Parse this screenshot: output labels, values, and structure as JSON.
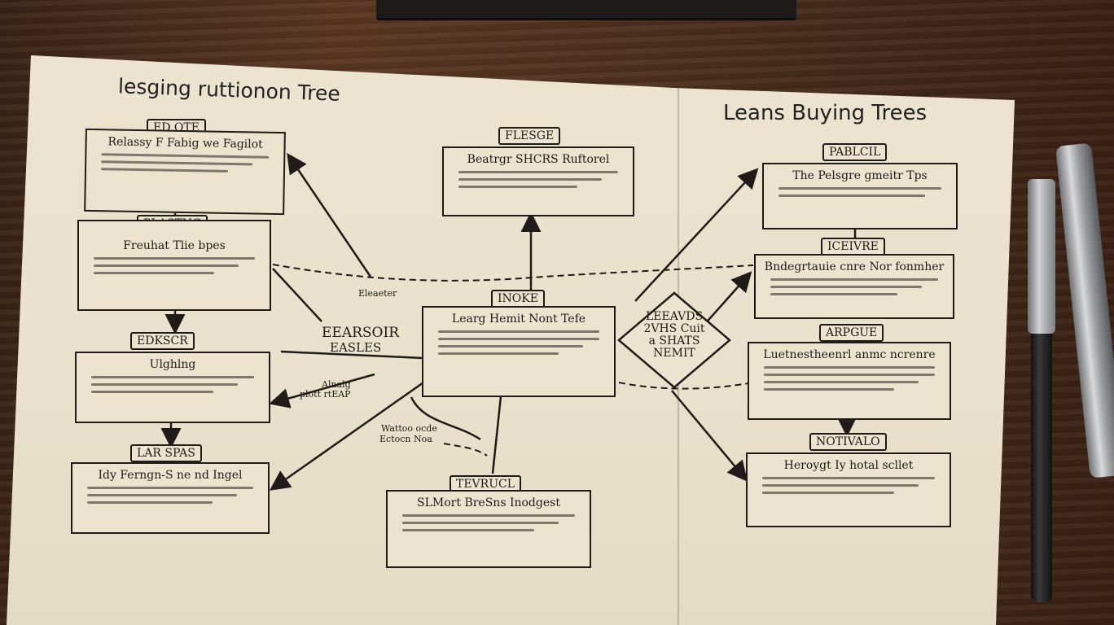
{
  "diagram": {
    "title_left": "lesging ruttionon Tree",
    "title_right": "Leans Buying Trees",
    "left_column": [
      {
        "tag": "ED OTE",
        "box_title": "Relassy F Fabig we Fagilot"
      },
      {
        "tag": "PLASTNG",
        "box_title": "Freuhat Tlie bpes"
      },
      {
        "tag": "EDKSCR",
        "box_title": "Ulghlng"
      },
      {
        "tag": "LAR SPAS",
        "box_title": "Idy Ferngn-S ne nd Ingel"
      }
    ],
    "top_center": {
      "tag": "FLESGE",
      "box_title": "Beatrgr SHCRS Ruftorel"
    },
    "center": {
      "tag": "INOKE",
      "box_title": "Learg Hemit Nont Tefe"
    },
    "bottom_center": {
      "tag": "TEVRUCL",
      "box_title": "SLMort BreSns Inodgest"
    },
    "right_column": [
      {
        "tag": "PABLCIL",
        "box_title": "The Pelsgre gmeitr Tps"
      },
      {
        "tag": "ICEIVRE",
        "box_title": "Bndegrtauie cnre Nor fonmher"
      },
      {
        "tag": "ARPGUE",
        "box_title": "Luetnestheenrl anmc ncrenre"
      },
      {
        "tag": "NOTIVALO",
        "box_title": "Heroygt Iy hotal scllet"
      }
    ],
    "diamond_lines": [
      "LEEAVDS",
      "2VHS Cuit",
      "a SHATS",
      "NEMIT"
    ],
    "notes": {
      "left_mid": "EEARSOIR",
      "left_mid_2": "EASLES",
      "beside_left_mid": "Eleaeter",
      "lower_left": "Alnalg",
      "lower_left_2": "plott rtEAP",
      "lower_center": "Wattoo ocde",
      "lower_center_2": "Ectocn Noa"
    }
  },
  "colors": {
    "ink": "#1e1b18",
    "paper": "#ece4cf",
    "desk": "#4a2e1c"
  }
}
